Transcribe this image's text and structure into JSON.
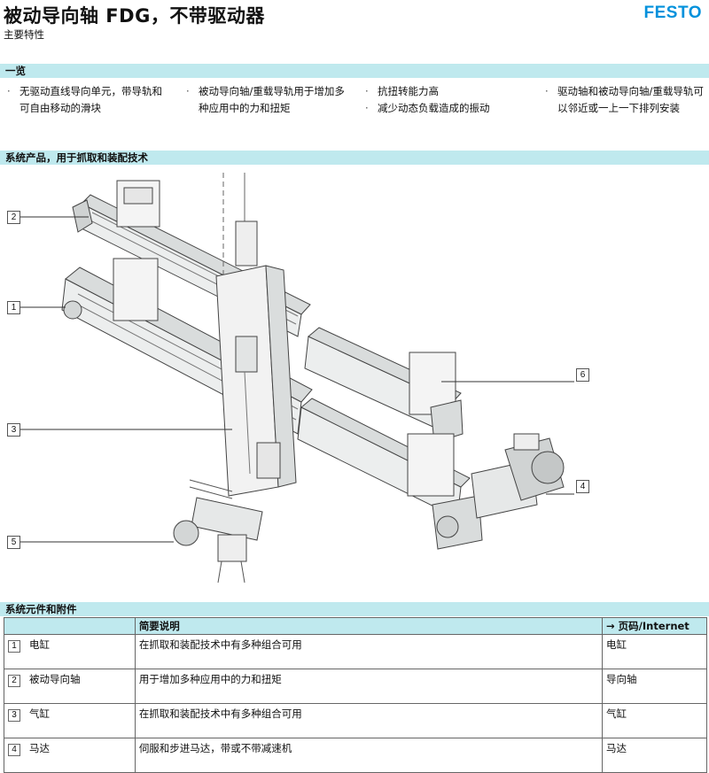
{
  "header": {
    "title": "被动导向轴 FDG，不带驱动器",
    "subtitle": "主要特性",
    "logo": "FESTO"
  },
  "overview": {
    "heading": "一览",
    "columns": [
      [
        "无驱动直线导向单元，带导轨和可自由移动的滑块"
      ],
      [
        "被动导向轴/重载导轨用于增加多种应用中的力和扭矩"
      ],
      [
        "抗扭转能力高",
        "减少动态负载造成的振动"
      ],
      [
        "驱动轴和被动导向轴/重载导轨可以邻近或一上一下排列安装"
      ]
    ]
  },
  "system_section": {
    "heading": "系统产品，用于抓取和装配技术",
    "callouts": [
      "2",
      "1",
      "3",
      "5",
      "6",
      "4"
    ]
  },
  "components": {
    "heading": "系统元件和附件",
    "col_desc": "简要说明",
    "col_page": "→ 页码/Internet",
    "rows": [
      {
        "num": "1",
        "name": "电缸",
        "desc": "在抓取和装配技术中有多种组合可用",
        "page": "电缸"
      },
      {
        "num": "2",
        "name": "被动导向轴",
        "desc": "用于增加多种应用中的力和扭矩",
        "page": "导向轴"
      },
      {
        "num": "3",
        "name": "气缸",
        "desc": "在抓取和装配技术中有多种组合可用",
        "page": "气缸"
      },
      {
        "num": "4",
        "name": "马达",
        "desc": "伺服和步进马达，带或不带减速机",
        "page": "马达"
      }
    ]
  }
}
